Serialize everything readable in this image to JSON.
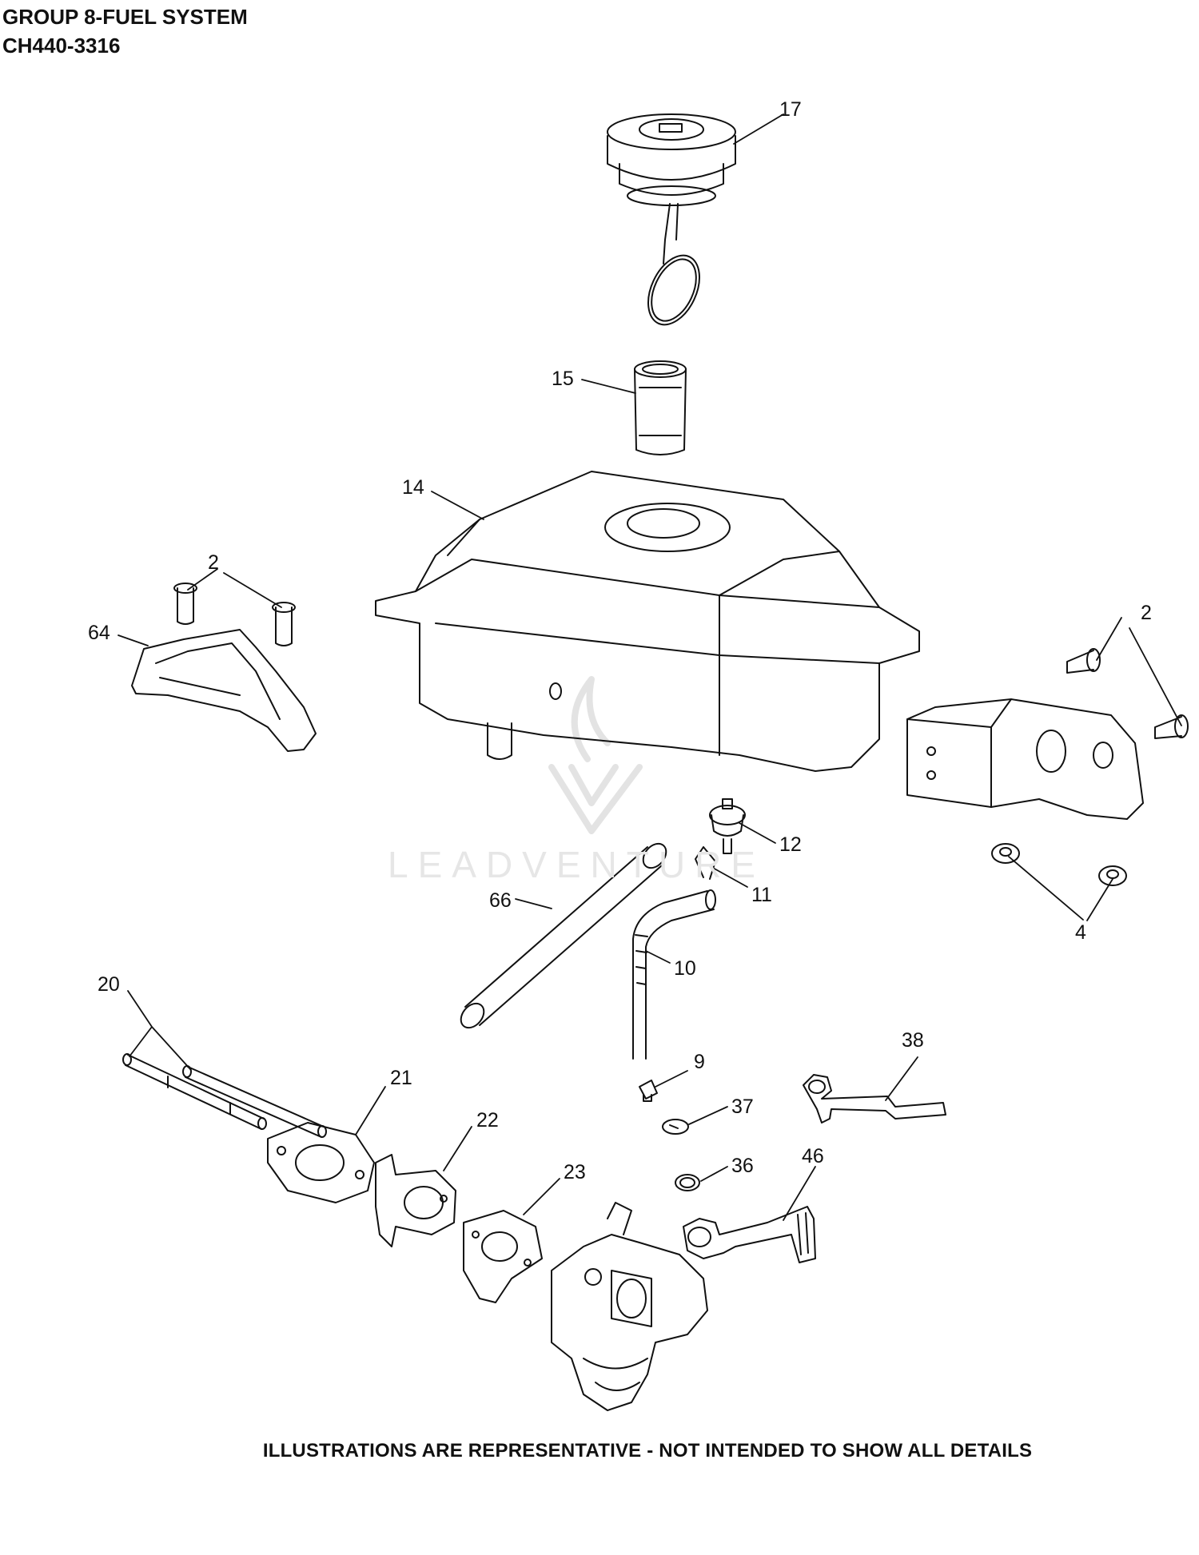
{
  "header": {
    "group_title": "GROUP 8-FUEL SYSTEM",
    "model_code": "CH440-3316"
  },
  "watermark": {
    "text": "LEADVENTURE"
  },
  "footer": {
    "note": "ILLUSTRATIONS ARE REPRESENTATIVE - NOT INTENDED TO SHOW ALL DETAILS"
  },
  "callouts": {
    "c17": "17",
    "c15": "15",
    "c14": "14",
    "c2a": "2",
    "c2b": "2",
    "c64": "64",
    "c12": "12",
    "c11": "11",
    "c4": "4",
    "c66": "66",
    "c10": "10",
    "c20": "20",
    "c21": "21",
    "c22": "22",
    "c23": "23",
    "c9": "9",
    "c37": "37",
    "c36": "36",
    "c38": "38",
    "c46": "46"
  },
  "colors": {
    "line": "#111111",
    "watermark": "#e6e6e6"
  }
}
